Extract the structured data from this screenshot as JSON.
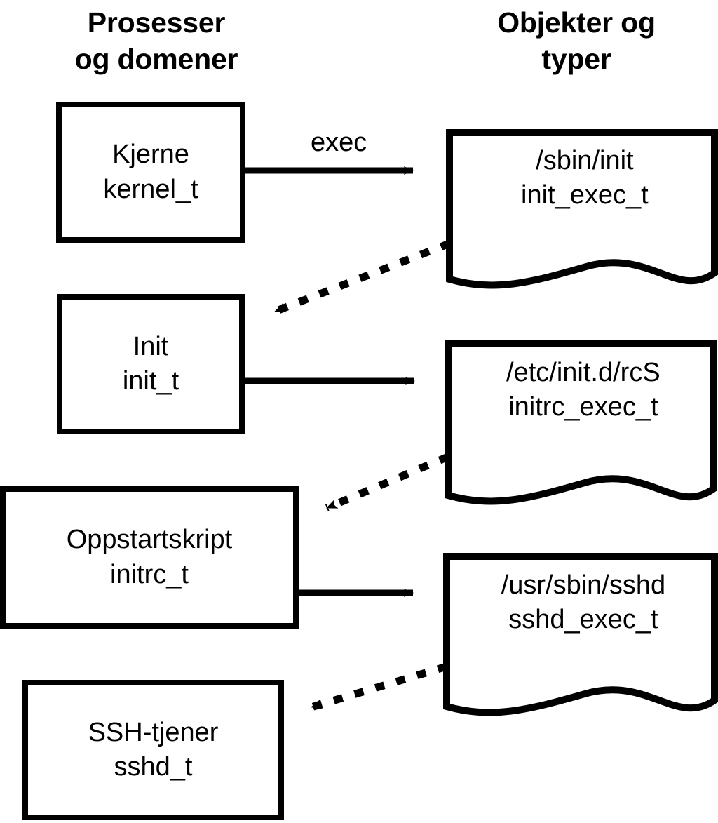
{
  "diagram": {
    "title_left": "Prosesser\nog domener",
    "title_right": "Objekter og\ntyper",
    "background_color": "#ffffff",
    "stroke_color": "#000000"
  },
  "processes": [
    {
      "id": "kernel",
      "name": "Kjerne",
      "type": "kernel_t",
      "label": "Kjerne\nkernel_t"
    },
    {
      "id": "init",
      "name": "Init",
      "type": "init_t",
      "label": "Init\ninit_t"
    },
    {
      "id": "initrc",
      "name": "Oppstartskript",
      "type": "initrc_t",
      "label": "Oppstartskript\ninitrc_t"
    },
    {
      "id": "sshd",
      "name": "SSH-tjener",
      "type": "sshd_t",
      "label": "SSH-tjener\nsshd_t"
    }
  ],
  "objects": [
    {
      "id": "init_exec",
      "path": "/sbin/init",
      "type": "init_exec_t",
      "label": "/sbin/init\ninit_exec_t"
    },
    {
      "id": "initrc_exec",
      "path": "/etc/init.d/rcS",
      "type": "initrc_exec_t",
      "label": "/etc/init.d/rcS\ninitrc_exec_t"
    },
    {
      "id": "sshd_exec",
      "path": "/usr/sbin/sshd",
      "type": "sshd_exec_t",
      "label": "/usr/sbin/sshd\nsshd_exec_t"
    }
  ],
  "edges": [
    {
      "id": "e1",
      "from": "kernel",
      "to": "init_exec",
      "style": "solid",
      "label": "exec"
    },
    {
      "id": "e2",
      "from": "init_exec",
      "to": "init",
      "style": "dotted",
      "label": ""
    },
    {
      "id": "e3",
      "from": "init",
      "to": "initrc_exec",
      "style": "solid",
      "label": ""
    },
    {
      "id": "e4",
      "from": "initrc_exec",
      "to": "initrc",
      "style": "dotted",
      "label": ""
    },
    {
      "id": "e5",
      "from": "initrc",
      "to": "sshd_exec",
      "style": "solid",
      "label": ""
    },
    {
      "id": "e6",
      "from": "sshd_exec",
      "to": "sshd",
      "style": "dotted",
      "label": ""
    }
  ],
  "edge_labels": {
    "exec": "exec"
  }
}
